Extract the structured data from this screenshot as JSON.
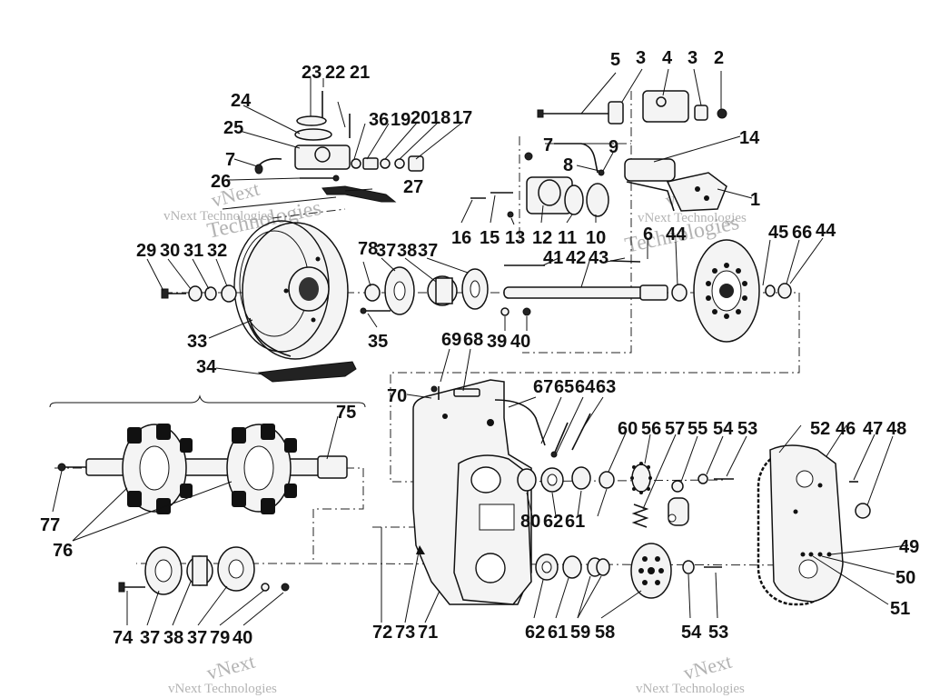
{
  "labels": [
    "1",
    "2",
    "3",
    "4",
    "5",
    "6",
    "7",
    "8",
    "9",
    "10",
    "11",
    "12",
    "13",
    "14",
    "15",
    "16",
    "17",
    "18",
    "19",
    "20",
    "21",
    "22",
    "23",
    "24",
    "25",
    "26",
    "27",
    "29",
    "30",
    "31",
    "32",
    "33",
    "34",
    "35",
    "36",
    "37",
    "38",
    "39",
    "40",
    "41",
    "42",
    "43",
    "44",
    "45",
    "46",
    "47",
    "48",
    "49",
    "50",
    "51",
    "52",
    "53",
    "54",
    "55",
    "56",
    "57",
    "58",
    "59",
    "60",
    "61",
    "62",
    "63",
    "64",
    "65",
    "66",
    "67",
    "68",
    "69",
    "70",
    "71",
    "72",
    "73",
    "74",
    "75",
    "76",
    "77",
    "78",
    "79",
    "80"
  ],
  "watermark": {
    "brand": "vNext",
    "company": "Technologies",
    "full": "vNext Technologies"
  }
}
